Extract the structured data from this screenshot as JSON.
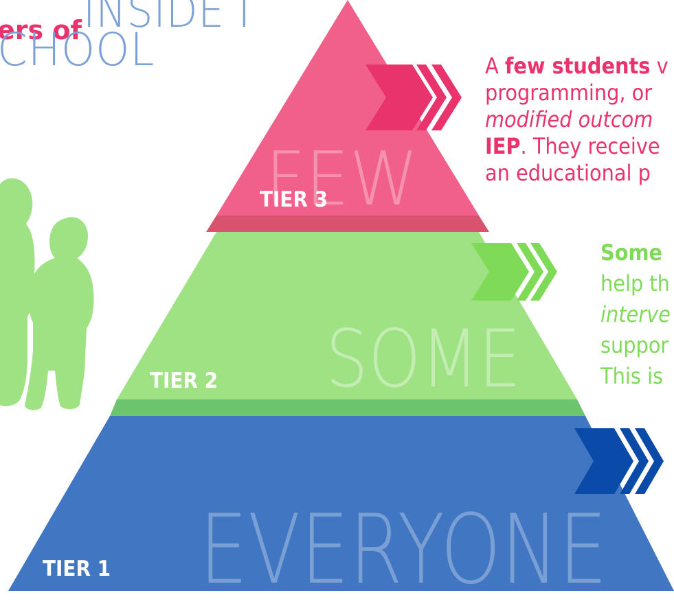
{
  "title": {
    "line1_prefix": "ers of",
    "line1_suffix": "INSIDE I",
    "line2": "CHOOL"
  },
  "tiers": [
    {
      "label": "TIER 3",
      "word": "FEW",
      "color": "#f0608a",
      "band": "#d9536f",
      "arrow": "#e8336d"
    },
    {
      "label": "TIER 2",
      "word": "SOME",
      "color": "#9ee284",
      "band": "#6cc46f",
      "arrow": "#7fda58"
    },
    {
      "label": "TIER 1",
      "word": "EVERYONE",
      "color": "#4176c2",
      "band": "#4176c2",
      "arrow": "#0a4aa8"
    }
  ],
  "descriptions": {
    "tier3": {
      "line1_prefix": "A ",
      "line1_bold": "few students",
      "line1_suffix": " v",
      "line2": "programming, or",
      "line3": "modified outcom",
      "line4_bold": "IEP",
      "line4_rest": ". They receive",
      "line5": "an educational p",
      "color": "#e8336d"
    },
    "tier2": {
      "line1_bold": "Some",
      "line2": "help th",
      "line3": "interve",
      "line4": "suppor",
      "line5": "This is",
      "color": "#7fda58"
    }
  },
  "silhouette": {
    "icon": "children-silhouette-icon",
    "color": "#9ee284"
  }
}
